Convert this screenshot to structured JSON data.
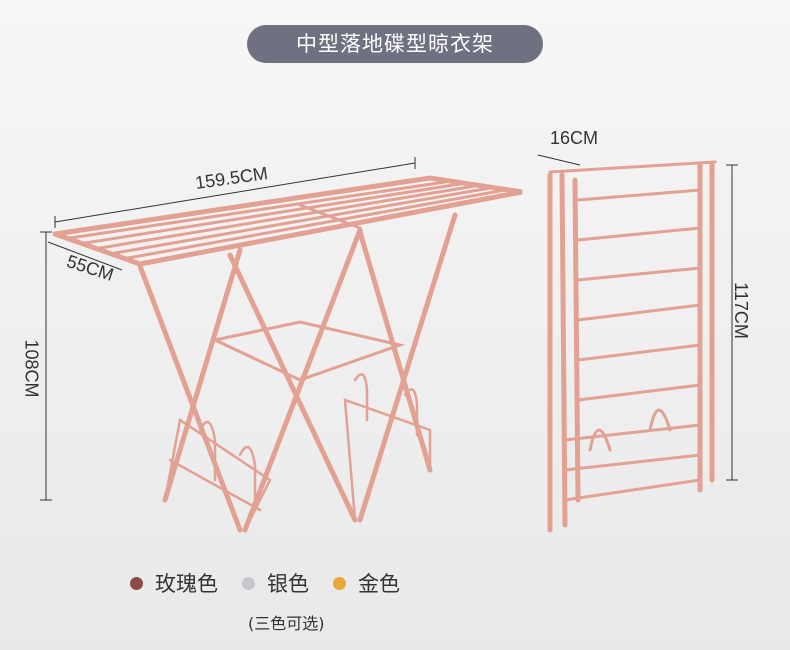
{
  "title": "中型落地碟型晾衣架",
  "dimensions": {
    "length": "159.5CM",
    "width": "55CM",
    "height": "108CM",
    "folded_depth": "16CM",
    "folded_height": "117CM"
  },
  "colors": [
    {
      "label": "玫瑰色",
      "swatch": "#8a4a45"
    },
    {
      "label": "银色",
      "swatch": "#c6c6cc"
    },
    {
      "label": "金色",
      "swatch": "#e6a93a"
    }
  ],
  "note": "(三色可选)",
  "frame_color": "#e2a193"
}
